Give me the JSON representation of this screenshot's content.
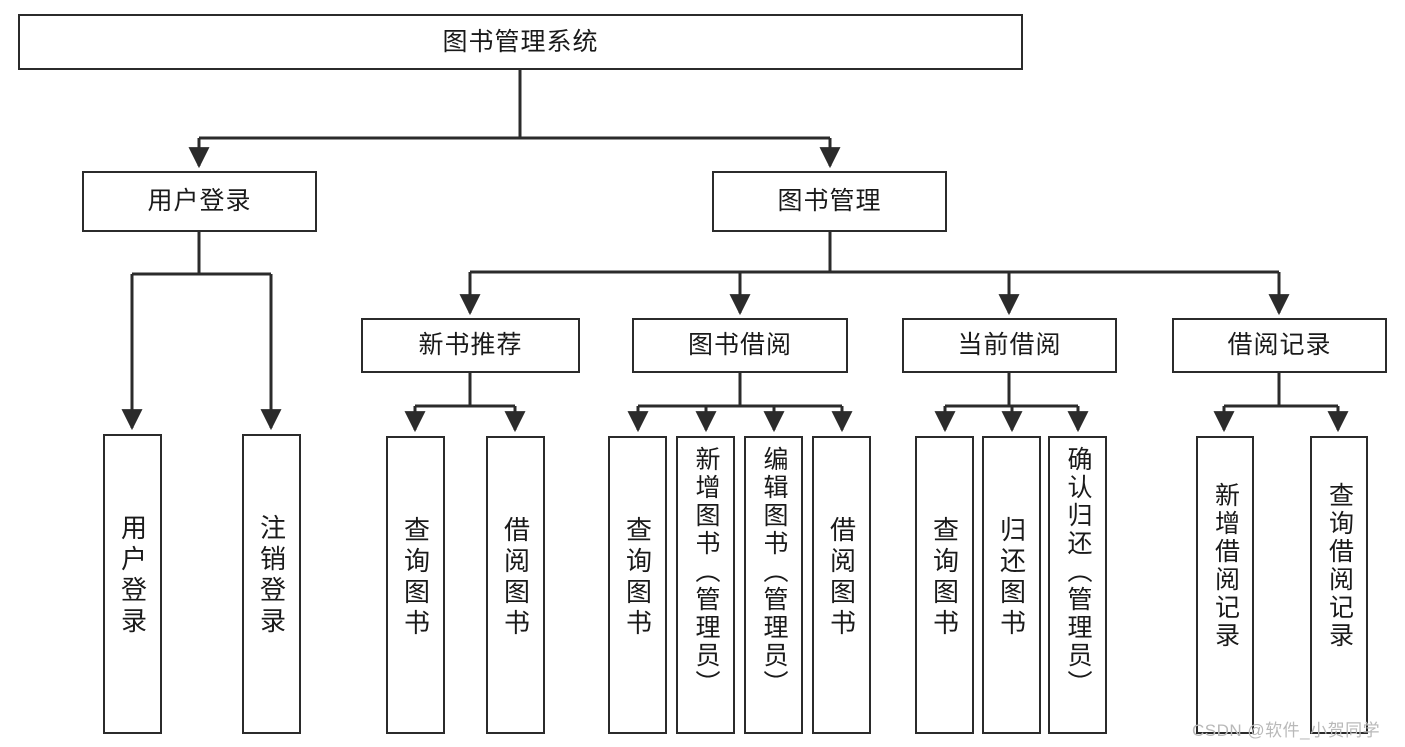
{
  "diagram": {
    "type": "tree-hierarchy-chart",
    "title": "图书管理系统",
    "background_color": "#ffffff",
    "line_color": "#2b2b2b",
    "text_color": "#1a1a1a",
    "levels": {
      "root": {
        "label": "图书管理系统"
      },
      "level2": [
        {
          "id": "user-login",
          "label": "用户登录"
        },
        {
          "id": "book-management",
          "label": "图书管理"
        }
      ],
      "level3": [
        {
          "id": "new-book-recommend",
          "label": "新书推荐"
        },
        {
          "id": "book-borrow",
          "label": "图书借阅"
        },
        {
          "id": "current-borrow",
          "label": "当前借阅"
        },
        {
          "id": "borrow-record",
          "label": "借阅记录"
        }
      ],
      "leaves": {
        "user-login": [
          {
            "id": "leaf-user-login",
            "label": "用户登录"
          },
          {
            "id": "leaf-logout-login",
            "label": "注销登录"
          }
        ],
        "new-book-recommend": [
          {
            "id": "leaf-query-book-1",
            "label": "查询图书"
          },
          {
            "id": "leaf-borrow-book-1",
            "label": "借阅图书"
          }
        ],
        "book-borrow": [
          {
            "id": "leaf-query-book-2",
            "label": "查询图书"
          },
          {
            "id": "leaf-add-book-admin",
            "label": "新增图书（管理员）"
          },
          {
            "id": "leaf-edit-book-admin",
            "label": "编辑图书（管理员）"
          },
          {
            "id": "leaf-borrow-book-2",
            "label": "借阅图书"
          }
        ],
        "current-borrow": [
          {
            "id": "leaf-query-book-3",
            "label": "查询图书"
          },
          {
            "id": "leaf-return-book",
            "label": "归还图书"
          },
          {
            "id": "leaf-confirm-return-admin",
            "label": "确认归还（管理员）"
          }
        ],
        "borrow-record": [
          {
            "id": "leaf-add-borrow-record",
            "label": "新增借阅记录"
          },
          {
            "id": "leaf-query-borrow-record",
            "label": "查询借阅记录"
          }
        ]
      }
    }
  },
  "watermark": {
    "text": "CSDN @软件_小贺同学"
  }
}
